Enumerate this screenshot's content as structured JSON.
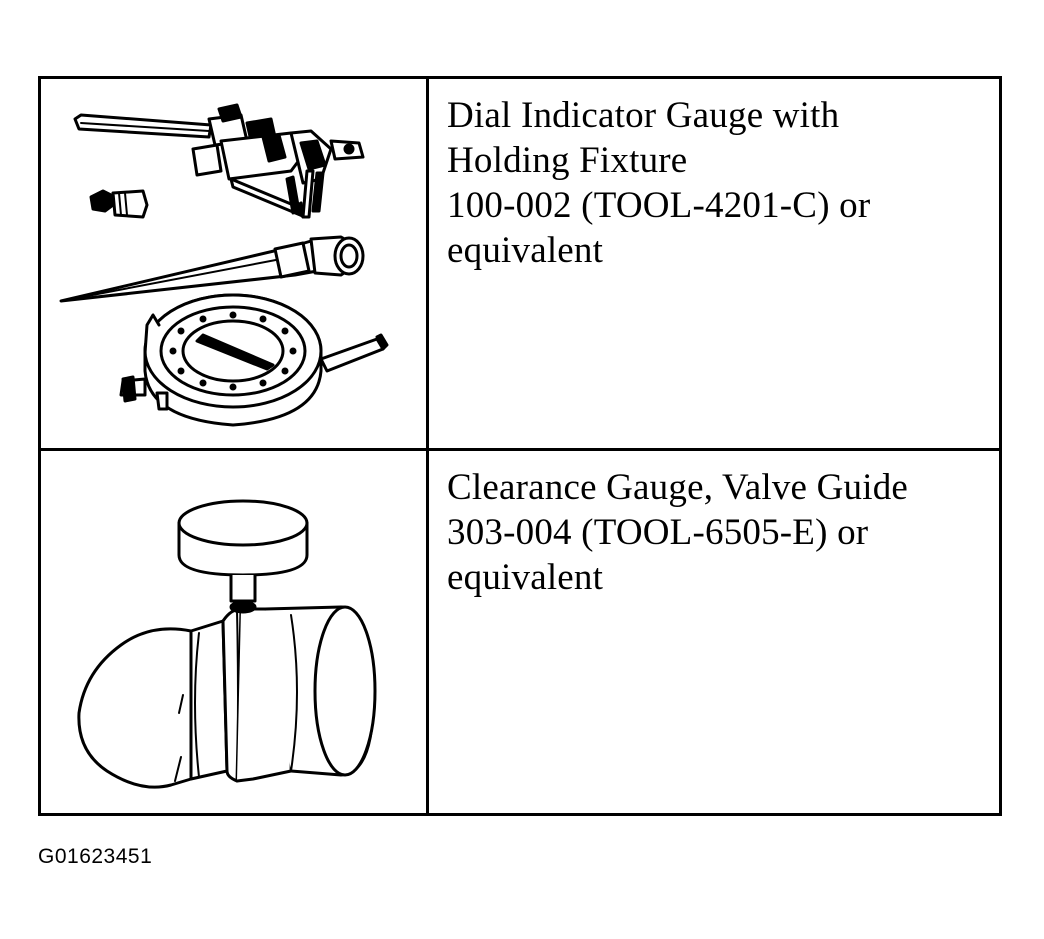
{
  "tools": [
    {
      "icon": "dial-indicator-gauge-icon",
      "lines": [
        "Dial Indicator Gauge with",
        "Holding Fixture",
        "100-002 (TOOL-4201-C) or",
        "equivalent"
      ]
    },
    {
      "icon": "valve-guide-clearance-gauge-icon",
      "lines": [
        "Clearance Gauge, Valve Guide",
        "303-004 (TOOL-6505-E) or",
        "equivalent"
      ]
    }
  ],
  "figure_id": "G01623451"
}
